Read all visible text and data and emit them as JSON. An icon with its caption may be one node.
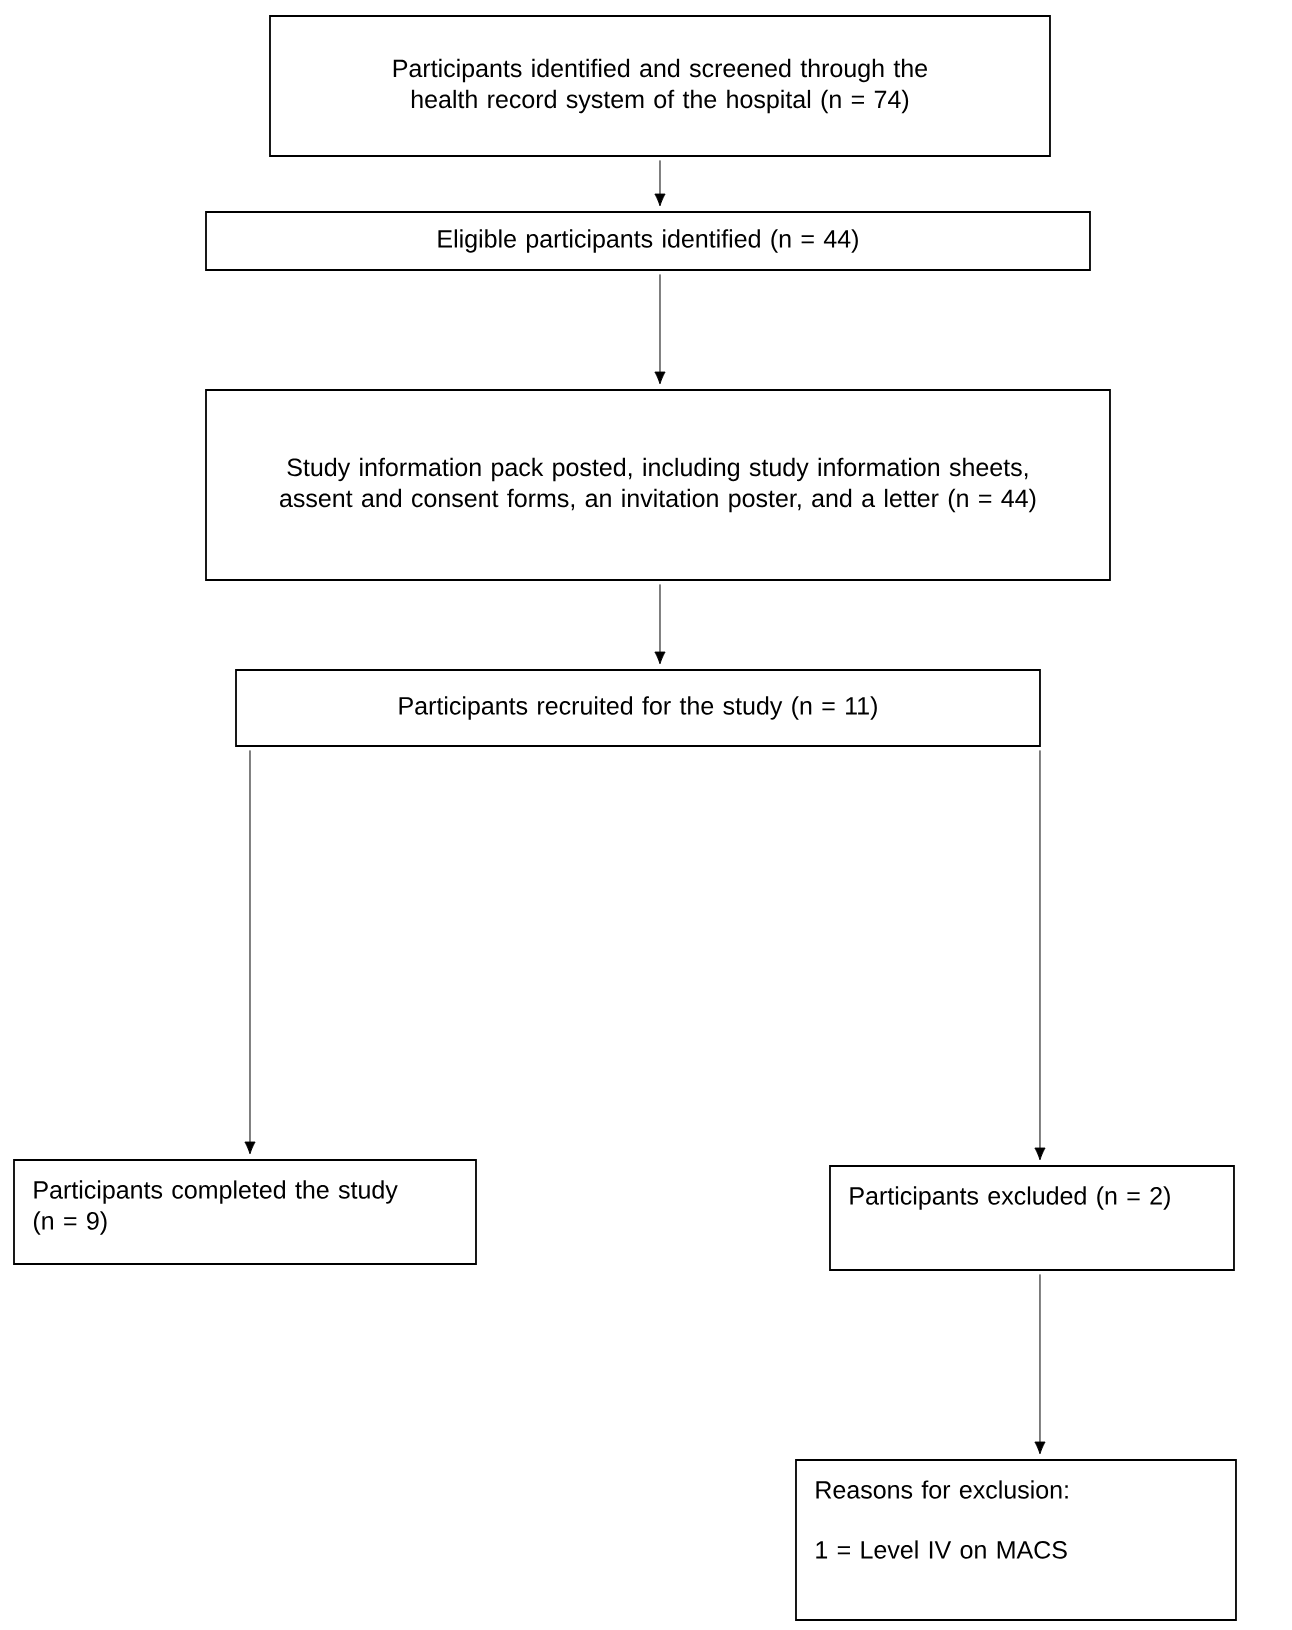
{
  "diagram": {
    "nodes": [
      {
        "text": [
          "Participants identified and screened through the health record system of the hospital (n = 74)"
        ]
      },
      {
        "text": [
          "Eligible participants identified (n = 44)"
        ]
      },
      {
        "text": [
          "Study information pack posted, including study information sheets, assent and consent forms, an invitation poster, and a letter (n = 44)"
        ]
      },
      {
        "text": [
          "Participants recruited for the study (n = 11)"
        ]
      },
      {
        "text": [
          "Participants completed the study (n = 9)"
        ]
      },
      {
        "text": [
          "Participants excluded (n = 2)"
        ]
      },
      {
        "text": [
          "Reasons for exclusion:",
          "1 = Level IV on MACS"
        ]
      }
    ],
    "edges": [
      {
        "from": 0,
        "to": 1,
        "arrow": "to"
      },
      {
        "from": 1,
        "to": 2,
        "arrow": "to"
      },
      {
        "from": 2,
        "to": 3,
        "arrow": "to"
      },
      {
        "from": 3,
        "to": 4,
        "arrow": "to"
      },
      {
        "from": 3,
        "to": 5,
        "arrow": "to"
      },
      {
        "from": 5,
        "to": 6,
        "arrow": "to"
      }
    ]
  }
}
